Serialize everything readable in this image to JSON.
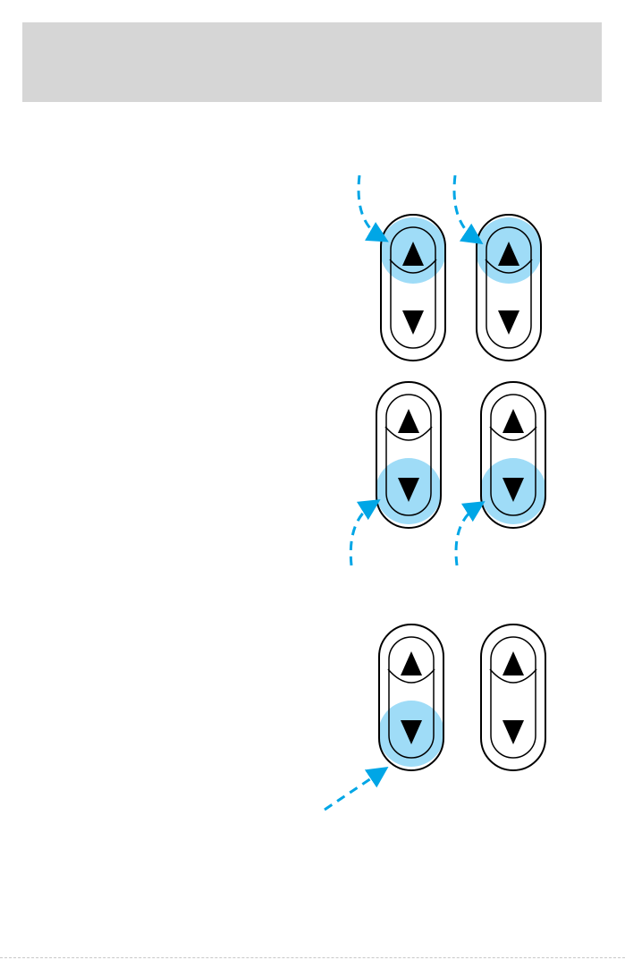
{
  "colors": {
    "header_band": "#d6d6d6",
    "highlight": "#9fdcf7",
    "arrow": "#00a6e6",
    "switch_outline": "#000000",
    "arrow_glyph": "#000000"
  },
  "switch_groups": [
    {
      "name": "top-group",
      "switches": [
        {
          "name": "left",
          "highlighted_button": "up"
        },
        {
          "name": "right",
          "highlighted_button": "up"
        }
      ],
      "callout_arrows": 2
    },
    {
      "name": "middle-group",
      "switches": [
        {
          "name": "left",
          "highlighted_button": "down"
        },
        {
          "name": "right",
          "highlighted_button": "down"
        }
      ],
      "callout_arrows": 2
    },
    {
      "name": "bottom-group",
      "switches": [
        {
          "name": "left",
          "highlighted_button": "down"
        },
        {
          "name": "right",
          "highlighted_button": "none"
        }
      ],
      "callout_arrows": 1
    }
  ],
  "icons": {
    "up": "triangle-up-icon",
    "down": "triangle-down-icon",
    "callout": "dashed-callout-arrow-icon"
  }
}
